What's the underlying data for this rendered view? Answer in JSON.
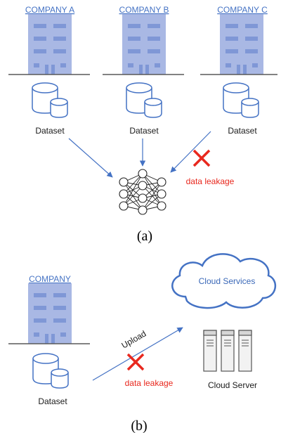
{
  "panel_a": {
    "companies": [
      {
        "name": "COMPANY A",
        "dataset_label": "Dataset"
      },
      {
        "name": "COMPANY B",
        "dataset_label": "Dataset"
      },
      {
        "name": "COMPANY C",
        "dataset_label": "Dataset"
      }
    ],
    "leak_label": "data leakage",
    "caption": "(a)"
  },
  "panel_b": {
    "company": {
      "name": "COMPANY",
      "dataset_label": "Dataset"
    },
    "cloud_label": "Cloud Services",
    "server_label": "Cloud Server",
    "upload_label": "Upload",
    "leak_label": "data leakage",
    "caption": "(b)"
  },
  "colors": {
    "building": "#a9b8e4",
    "window": "#7f97d6",
    "line": "#4472c4",
    "cross": "#e8281e",
    "ground": "#595959"
  }
}
